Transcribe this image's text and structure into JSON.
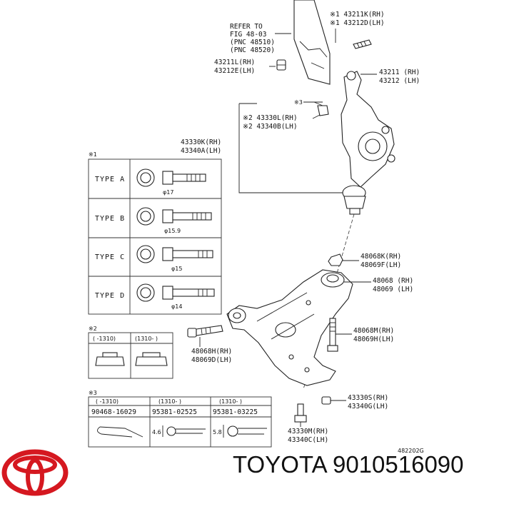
{
  "brand": {
    "text": "TOYOTA 9010516090",
    "logo_color": "#d51820",
    "logo_icon": "toyota-logo-icon"
  },
  "diagram": {
    "ref_text": [
      "REFER TO",
      "FIG 48-03",
      "(PNC 48510)",
      "(PNC 48520)"
    ],
    "top_right_rh": "※1 43211K(RH)",
    "top_right_lh": "※1 43212D(LH)",
    "nut_rh": "43211L(RH)",
    "nut_lh": "43212E(LH)",
    "knuckle_rh": "43211 (RH)",
    "knuckle_lh": "43212 (LH)",
    "note3_mark": "※3",
    "pin_rh": "※2 43330L(RH)",
    "pin_lh": "※2 43340B(LH)",
    "ball_rh": "43330K(RH)",
    "ball_lh": "43340A(LH)",
    "note1": "※1",
    "type_a": "TYPE A",
    "type_b": "TYPE B",
    "type_c": "TYPE C",
    "type_d": "TYPE D",
    "dim_a": "φ17",
    "dim_b": "φ15.9",
    "dim_c": "φ15",
    "dim_d": "φ14",
    "nut48_rh": "48068K(RH)",
    "nut48_lh": "48069F(LH)",
    "arm_rh": "48068 (RH)",
    "arm_lh": "48069 (LH)",
    "note2": "※2",
    "note2_c1": "( -1310)",
    "note2_c2": "(1310- )",
    "bolt_m_rh": "48068M(RH)",
    "bolt_m_lh": "48069H(LH)",
    "bolt_h_rh": "48068H(RH)",
    "bolt_h_lh": "48069D(LH)",
    "note3": "※3",
    "note3_c1": "( -1310)",
    "note3_c2": "(1310- )",
    "note3_c3": "(1310- )",
    "pn1": "90468-16029",
    "pn2": "95381-02525",
    "pn3": "95381-03225",
    "dim_46": "4.6",
    "dim_58": "5.8",
    "nut_s_rh": "43330S(RH)",
    "nut_s_lh": "43340G(LH)",
    "bolt_c_rh": "43330M(RH)",
    "bolt_c_lh": "43340C(LH)",
    "fig_code": "482202G"
  }
}
